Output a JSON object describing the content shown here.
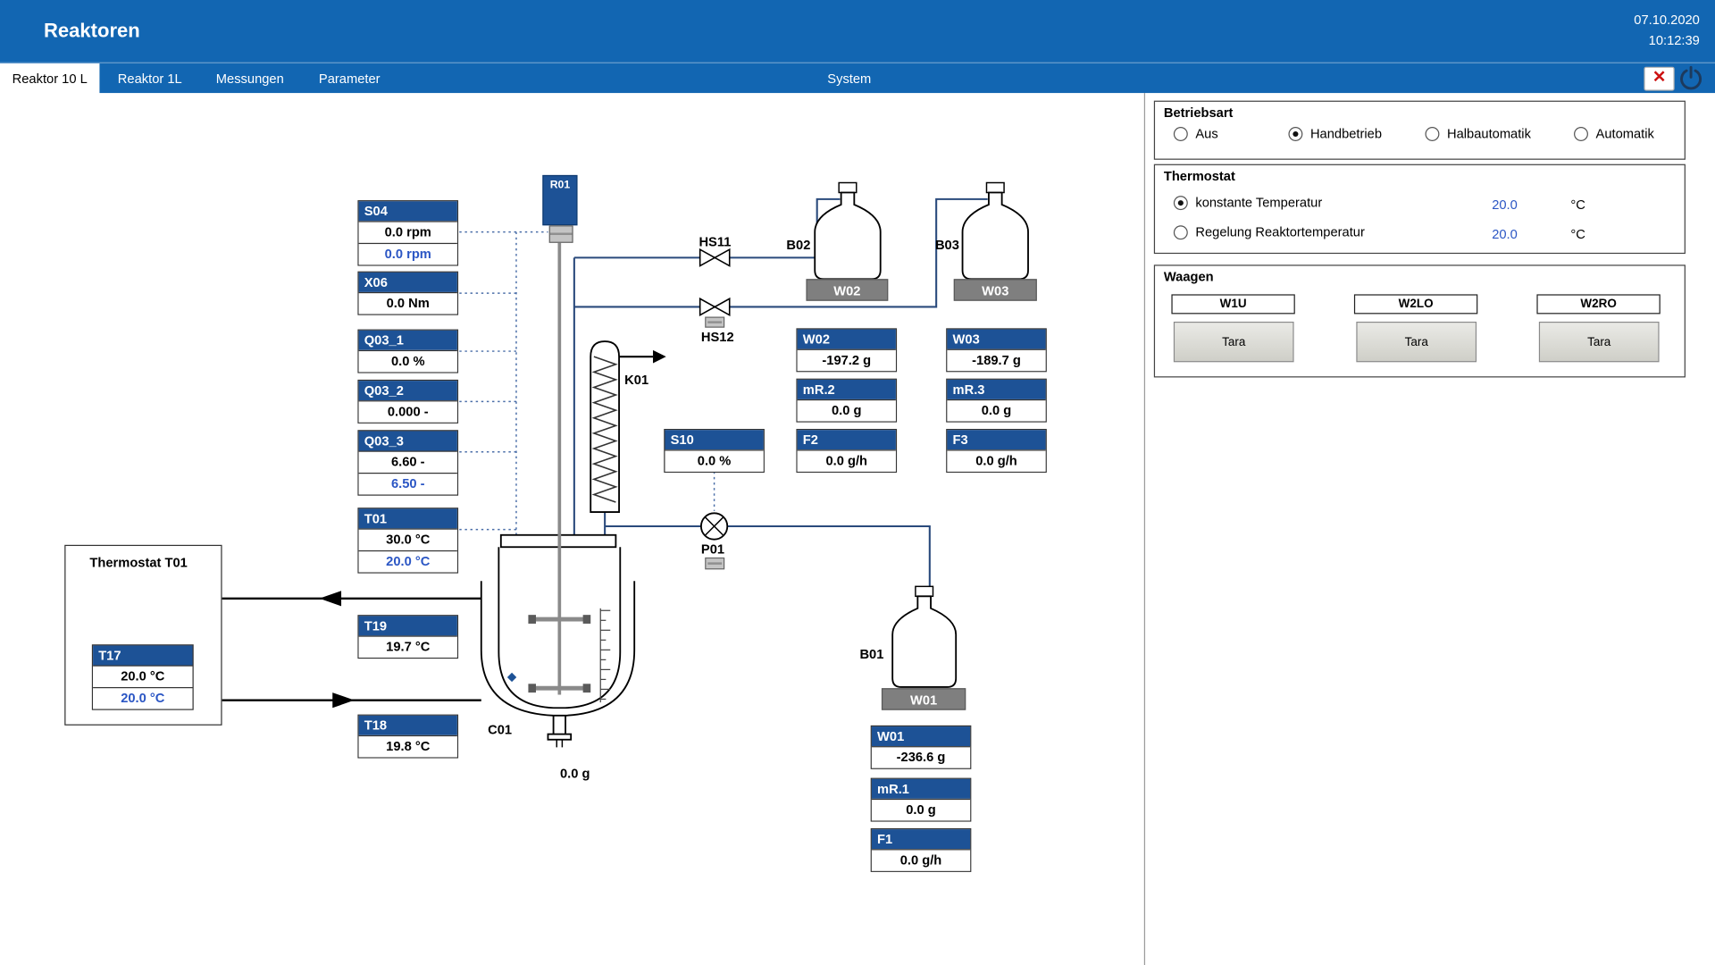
{
  "header": {
    "title": "Reaktoren",
    "date": "07.10.2020",
    "time": "10:12:39"
  },
  "icons": {
    "alarm_glyph": "✕"
  },
  "tabs": [
    {
      "label": "Reaktor 10 L",
      "active": true
    },
    {
      "label": "Reaktor 1L",
      "active": false
    },
    {
      "label": "Messungen",
      "active": false
    },
    {
      "label": "Parameter",
      "active": false
    },
    {
      "label": "System",
      "active": false
    }
  ],
  "panel": {
    "betriebsart": {
      "title": "Betriebsart",
      "options": [
        {
          "label": "Aus",
          "selected": false
        },
        {
          "label": "Handbetrieb",
          "selected": true
        },
        {
          "label": "Halbautomatik",
          "selected": false
        },
        {
          "label": "Automatik",
          "selected": false
        }
      ]
    },
    "thermostat": {
      "title": "Thermostat",
      "rows": [
        {
          "label": "konstante Temperatur",
          "selected": true,
          "value": "20.0",
          "unit": "°C"
        },
        {
          "label": "Regelung Reaktortemperatur",
          "selected": false,
          "value": "20.0",
          "unit": "°C"
        }
      ]
    },
    "waagen": {
      "title": "Waagen",
      "scales": [
        {
          "name": "W1U",
          "button": "Tara"
        },
        {
          "name": "W2LO",
          "button": "Tara"
        },
        {
          "name": "W2RO",
          "button": "Tara"
        }
      ]
    }
  },
  "diagram": {
    "blocks": {
      "s04": {
        "tag": "S04",
        "v1": "0.0 rpm",
        "v2": "0.0 rpm"
      },
      "x06": {
        "tag": "X06",
        "v1": "0.0 Nm"
      },
      "q03_1": {
        "tag": "Q03_1",
        "v1": "0.0 %"
      },
      "q03_2": {
        "tag": "Q03_2",
        "v1": "0.000 -"
      },
      "q03_3": {
        "tag": "Q03_3",
        "v1": "6.60 -",
        "v2": "6.50 -"
      },
      "t01": {
        "tag": "T01",
        "v1": "30.0 °C",
        "v2": "20.0 °C"
      },
      "t19": {
        "tag": "T19",
        "v1": "19.7 °C"
      },
      "t18": {
        "tag": "T18",
        "v1": "19.8 °C"
      },
      "t17": {
        "tag": "T17",
        "v1": "20.0 °C",
        "v2": "20.0 °C"
      },
      "w02": {
        "tag": "W02",
        "v1": "-197.2 g"
      },
      "mr2": {
        "tag": "mR.2",
        "v1": "0.0 g"
      },
      "f2": {
        "tag": "F2",
        "v1": "0.0 g/h"
      },
      "w03": {
        "tag": "W03",
        "v1": "-189.7 g"
      },
      "mr3": {
        "tag": "mR.3",
        "v1": "0.0 g"
      },
      "f3": {
        "tag": "F3",
        "v1": "0.0 g/h"
      },
      "s10": {
        "tag": "S10",
        "v1": "0.0 %"
      },
      "w01": {
        "tag": "W01",
        "v1": "-236.6 g"
      },
      "mr1": {
        "tag": "mR.1",
        "v1": "0.0 g"
      },
      "f1": {
        "tag": "F1",
        "v1": "0.0 g/h"
      }
    },
    "labels": {
      "r01": "R01",
      "k01": "K01",
      "c01": "C01",
      "p01": "P01",
      "hs11": "HS11",
      "hs12": "HS12",
      "b01": "B01",
      "b02": "B02",
      "b03": "B03",
      "w01_plate": "W01",
      "w02_plate": "W02",
      "w03_plate": "W03",
      "reactor_weight": "0.0 g",
      "thermostat_title": "Thermostat T01"
    },
    "colors": {
      "titlebar_blue": "#1266b2",
      "block_header_blue": "#1d5296",
      "setpoint_blue": "#2b56c4",
      "pipe_navy": "#2a4a7c",
      "scale_plate_gray": "#7f7f7f",
      "alarm_red": "#cc1111"
    }
  }
}
